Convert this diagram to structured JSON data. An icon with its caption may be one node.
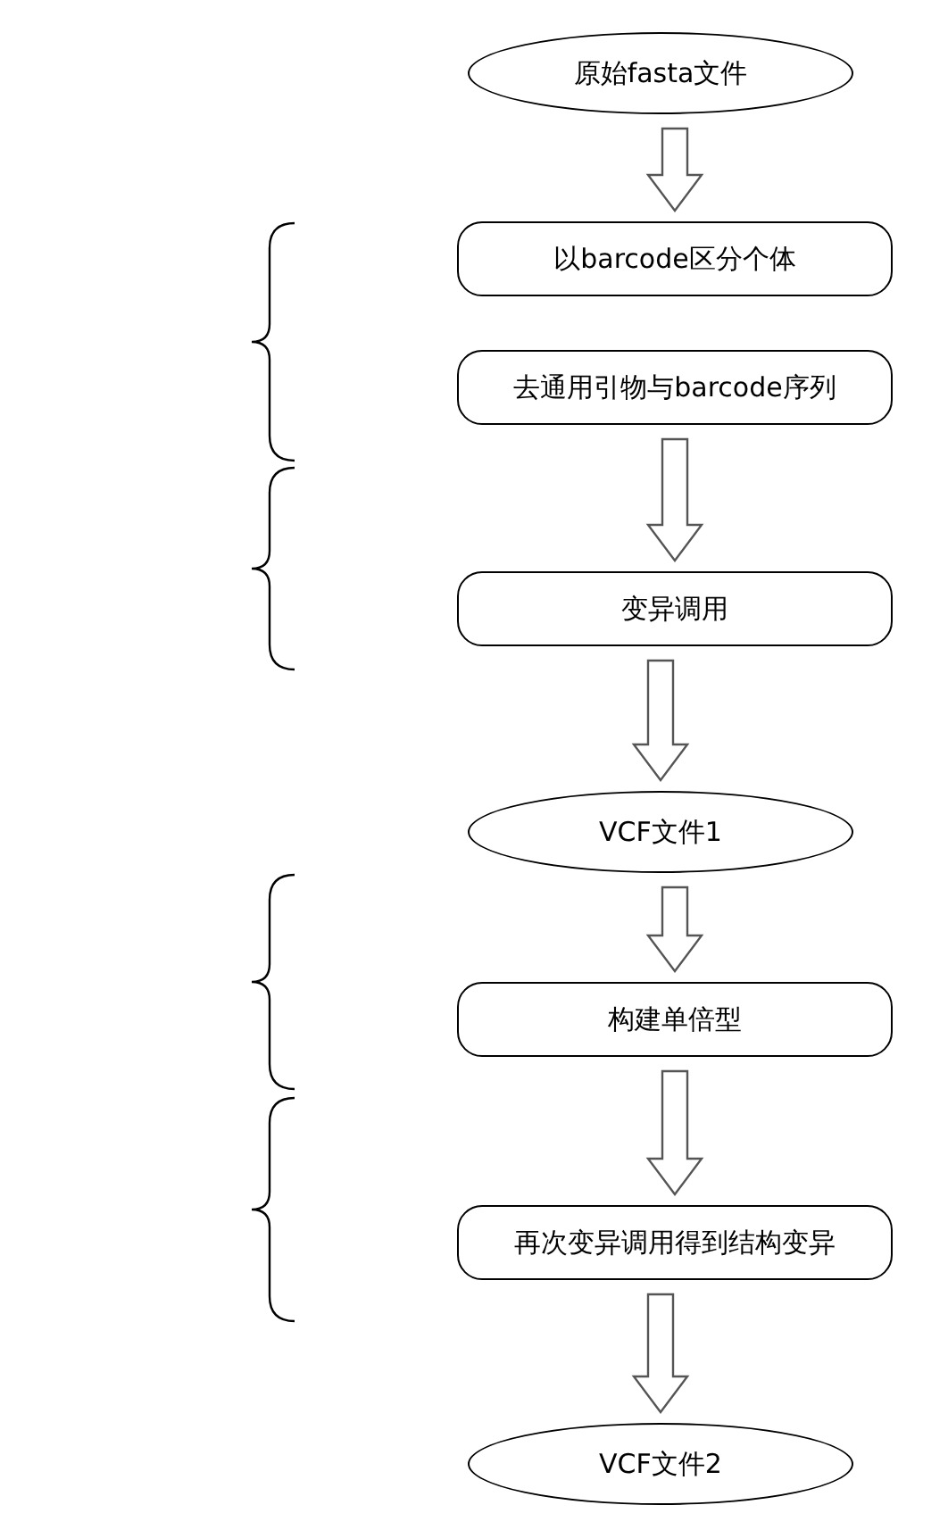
{
  "diagram": {
    "nodes": [
      {
        "text": [
          "原始fasta文件"
        ]
      },
      {
        "text": [
          "以barcode区分个体"
        ]
      },
      {
        "text": [
          "去通用引物与barcode序列"
        ]
      },
      {
        "text": [
          "变异调用"
        ]
      },
      {
        "text": [
          "VCF文件1"
        ]
      },
      {
        "text": [
          "构建单倍型"
        ]
      },
      {
        "text": [
          "再次变异调用得到结构变异"
        ]
      },
      {
        "text": [
          "VCF文件2"
        ]
      }
    ],
    "edges": [
      {
        "from": 0,
        "to": 1,
        "arrow": "to"
      },
      {
        "from": 2,
        "to": 3,
        "arrow": "to"
      },
      {
        "from": 3,
        "to": 4,
        "arrow": "to"
      },
      {
        "from": 4,
        "to": 5,
        "arrow": "to"
      },
      {
        "from": 5,
        "to": 6,
        "arrow": "to"
      },
      {
        "from": 6,
        "to": 7,
        "arrow": "to"
      }
    ]
  }
}
